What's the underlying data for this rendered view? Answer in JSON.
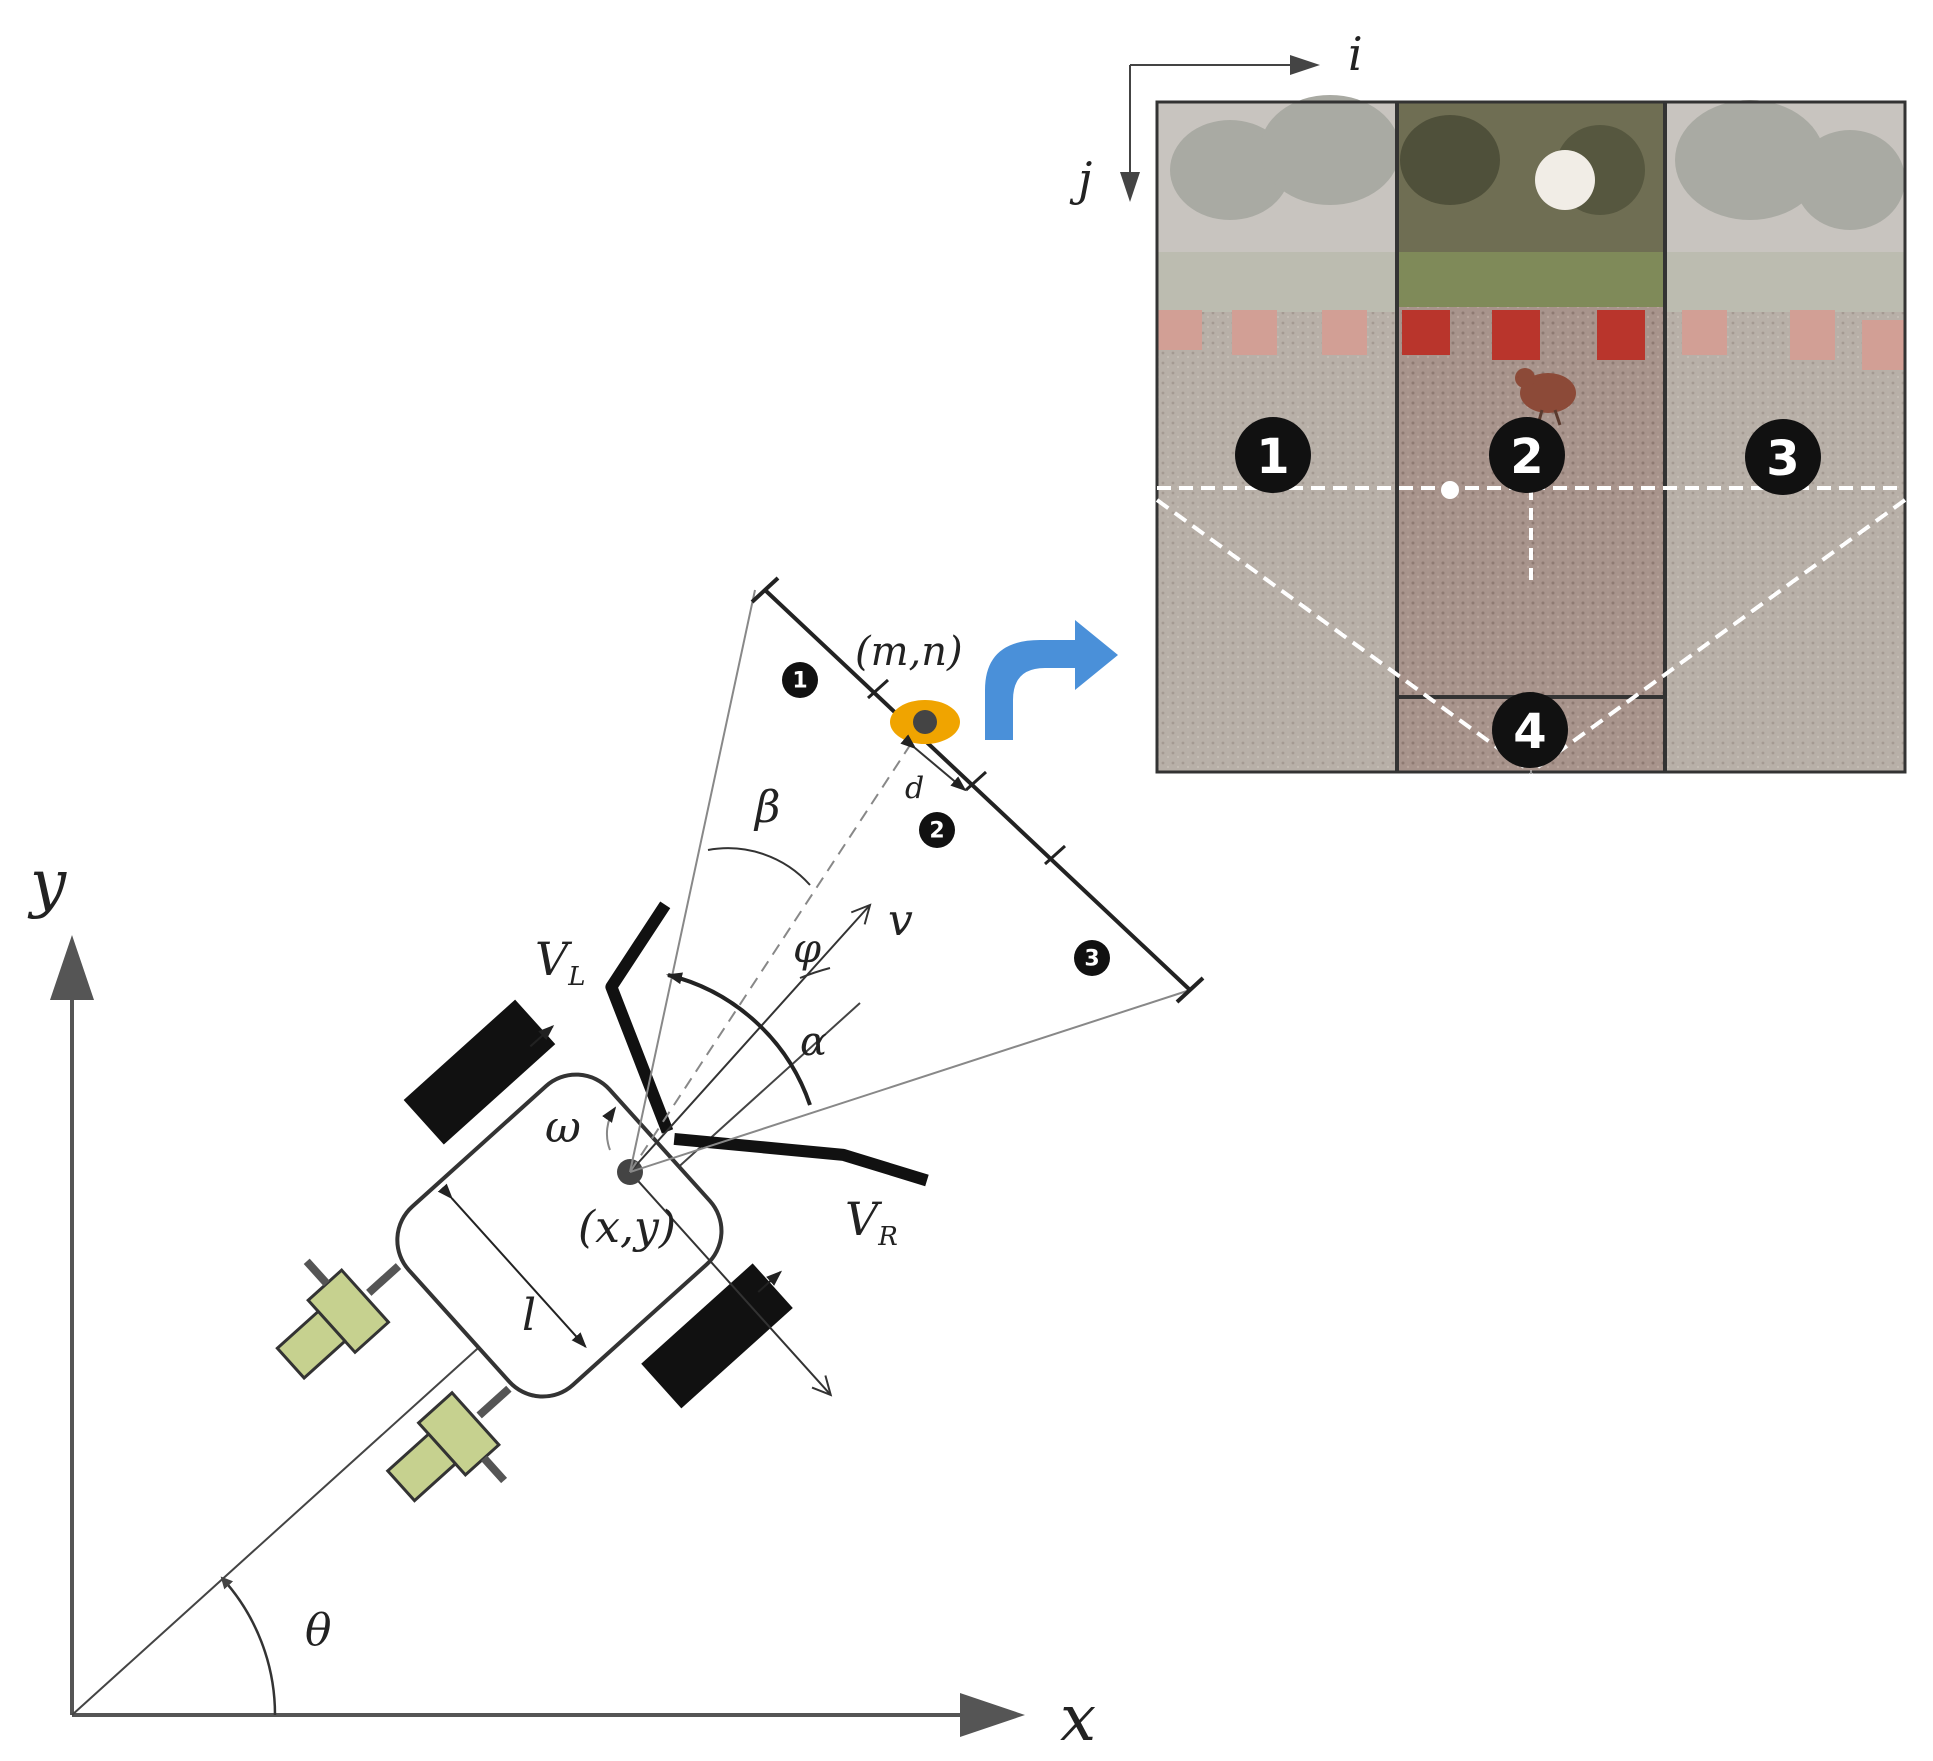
{
  "axes": {
    "x_label": "x",
    "y_label": "y",
    "theta_label": "θ"
  },
  "robot": {
    "position_label": "(x,y)",
    "omega_label": "ω",
    "VL_label": "V",
    "VL_sub": "L",
    "VR_label": "V",
    "VR_sub": "R",
    "l_label": "l",
    "v_label": "v",
    "alpha_label": "α",
    "beta_label": "β",
    "phi_label": "φ"
  },
  "view": {
    "target_label": "(m,n)",
    "d_label": "d",
    "zones": [
      "1",
      "2",
      "3"
    ]
  },
  "image_panel": {
    "i_label": "i",
    "j_label": "j",
    "zones": [
      "1",
      "2",
      "3",
      "4"
    ]
  },
  "colors": {
    "line": "#333333",
    "arrow_blue": "#4a90d9",
    "target_orange": "#f0a400",
    "wheel_green": "#c6d18f",
    "zone_dark": "#111111"
  }
}
